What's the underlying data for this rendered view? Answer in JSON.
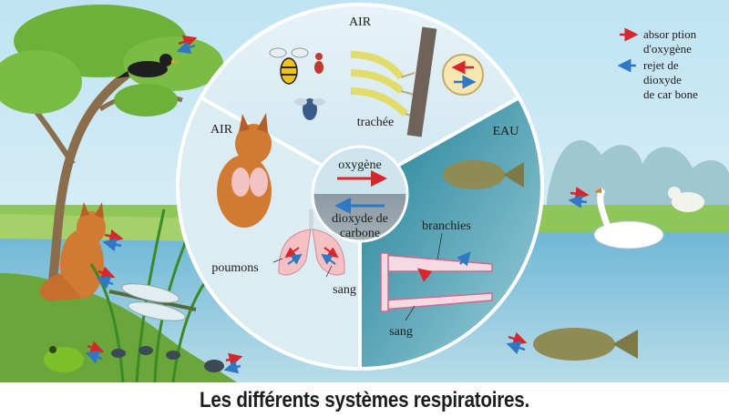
{
  "caption": "Les différents systèmes respiratoires.",
  "legend": {
    "absorption": "absor ption",
    "absorption_2": "d'oxygène",
    "reject": "rejet de",
    "reject_2": "dioxyde",
    "reject_3": "de car bone"
  },
  "center": {
    "oxygen": "oxygène",
    "co2_line1": "dioxyde de",
    "co2_line2": "carbone"
  },
  "sectors": {
    "air_top": "AIR",
    "air_left": "AIR",
    "water": "EAU"
  },
  "labels": {
    "trachea": "trachée",
    "lungs": "poumons",
    "blood_lungs": "sang",
    "gills": "branchies",
    "blood_gills": "sang"
  },
  "colors": {
    "oxygen_arrow": "#d7262c",
    "co2_arrow": "#2f78c4"
  }
}
